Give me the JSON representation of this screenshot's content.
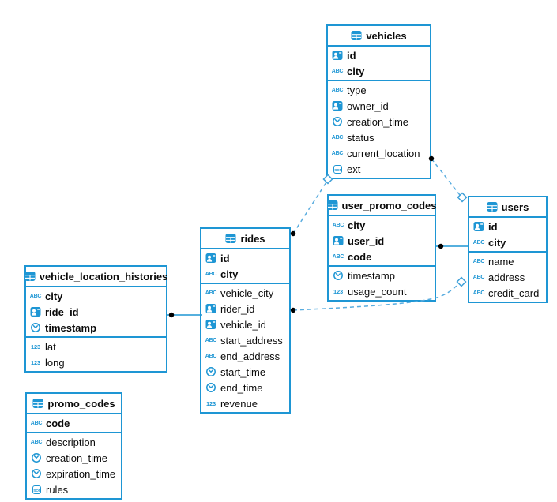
{
  "icons": {
    "string": "ABC",
    "number": "123",
    "json": "JSON"
  },
  "colors": {
    "table_border": "#1e96d4",
    "icon_blue": "#1e96d4",
    "dashed_line": "#58acdf",
    "solid_line": "#1e96d4",
    "connector_dot": "#000000",
    "background": "#ffffff",
    "text": "#0b0b0b"
  },
  "tables": [
    {
      "name": "vehicles",
      "fields": [
        {
          "name": "id",
          "type": "uuid",
          "pk": true
        },
        {
          "name": "city",
          "type": "string",
          "pk": true
        },
        {
          "name": "type",
          "type": "string",
          "pk": false
        },
        {
          "name": "owner_id",
          "type": "uuid",
          "pk": false
        },
        {
          "name": "creation_time",
          "type": "timestamp",
          "pk": false
        },
        {
          "name": "status",
          "type": "string",
          "pk": false
        },
        {
          "name": "current_location",
          "type": "string",
          "pk": false
        },
        {
          "name": "ext",
          "type": "json",
          "pk": false
        }
      ]
    },
    {
      "name": "user_promo_codes",
      "fields": [
        {
          "name": "city",
          "type": "string",
          "pk": true
        },
        {
          "name": "user_id",
          "type": "uuid",
          "pk": true
        },
        {
          "name": "code",
          "type": "string",
          "pk": true
        },
        {
          "name": "timestamp",
          "type": "timestamp",
          "pk": false
        },
        {
          "name": "usage_count",
          "type": "number",
          "pk": false
        }
      ]
    },
    {
      "name": "users",
      "fields": [
        {
          "name": "id",
          "type": "uuid",
          "pk": true
        },
        {
          "name": "city",
          "type": "string",
          "pk": true
        },
        {
          "name": "name",
          "type": "string",
          "pk": false
        },
        {
          "name": "address",
          "type": "string",
          "pk": false
        },
        {
          "name": "credit_card",
          "type": "string",
          "pk": false
        }
      ]
    },
    {
      "name": "rides",
      "fields": [
        {
          "name": "id",
          "type": "uuid",
          "pk": true
        },
        {
          "name": "city",
          "type": "string",
          "pk": true
        },
        {
          "name": "vehicle_city",
          "type": "string",
          "pk": false
        },
        {
          "name": "rider_id",
          "type": "uuid",
          "pk": false
        },
        {
          "name": "vehicle_id",
          "type": "uuid",
          "pk": false
        },
        {
          "name": "start_address",
          "type": "string",
          "pk": false
        },
        {
          "name": "end_address",
          "type": "string",
          "pk": false
        },
        {
          "name": "start_time",
          "type": "timestamp",
          "pk": false
        },
        {
          "name": "end_time",
          "type": "timestamp",
          "pk": false
        },
        {
          "name": "revenue",
          "type": "number",
          "pk": false
        }
      ]
    },
    {
      "name": "vehicle_location_histories",
      "fields": [
        {
          "name": "city",
          "type": "string",
          "pk": true
        },
        {
          "name": "ride_id",
          "type": "uuid",
          "pk": true
        },
        {
          "name": "timestamp",
          "type": "timestamp",
          "pk": true
        },
        {
          "name": "lat",
          "type": "number",
          "pk": false
        },
        {
          "name": "long",
          "type": "number",
          "pk": false
        }
      ]
    },
    {
      "name": "promo_codes",
      "fields": [
        {
          "name": "code",
          "type": "string",
          "pk": true
        },
        {
          "name": "description",
          "type": "string",
          "pk": false
        },
        {
          "name": "creation_time",
          "type": "timestamp",
          "pk": false
        },
        {
          "name": "expiration_time",
          "type": "timestamp",
          "pk": false
        },
        {
          "name": "rules",
          "type": "json",
          "pk": false
        }
      ]
    }
  ],
  "relationships": [
    {
      "from": "vehicle_location_histories",
      "to": "rides",
      "style": "solid"
    },
    {
      "from": "user_promo_codes",
      "to": "users",
      "style": "solid"
    },
    {
      "from": "rides",
      "to": "vehicles",
      "style": "dashed"
    },
    {
      "from": "vehicles",
      "to": "users",
      "style": "dashed"
    },
    {
      "from": "rides",
      "to": "users",
      "style": "dashed"
    }
  ]
}
